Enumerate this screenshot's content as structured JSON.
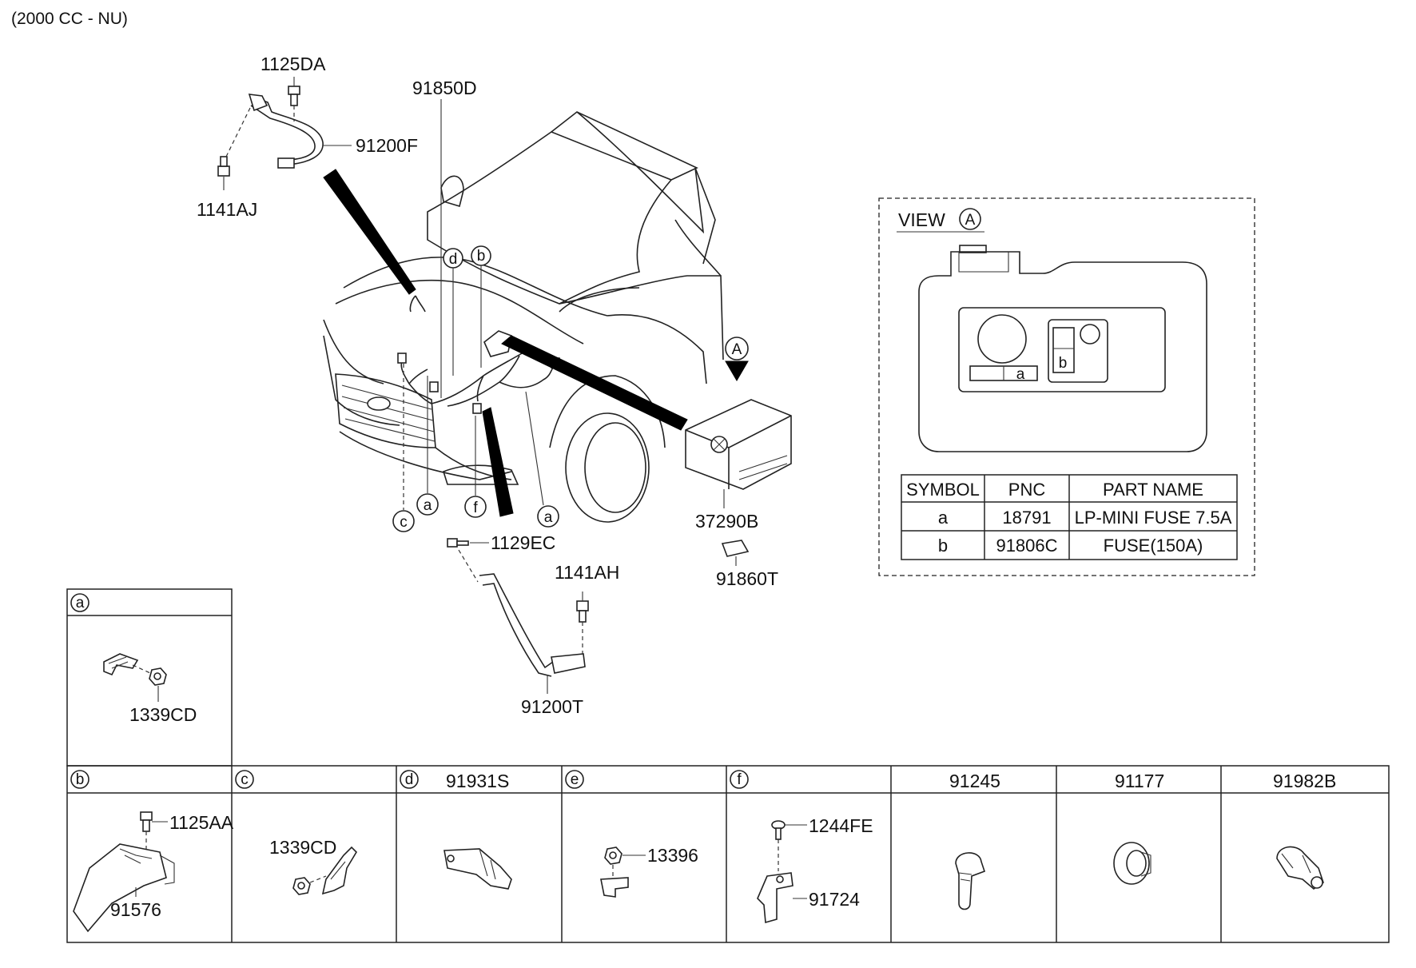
{
  "header": {
    "engine_note": "(2000 CC - NU)"
  },
  "callouts": {
    "c1125DA": "1125DA",
    "c91850D": "91850D",
    "c91200F": "91200F",
    "c1141AJ": "1141AJ",
    "c37290B": "37290B",
    "c91860T": "91860T",
    "c1129EC": "1129EC",
    "c1141AH": "1141AH",
    "c91200T": "91200T"
  },
  "circle_refs": {
    "a": "a",
    "b": "b",
    "c": "c",
    "d": "d",
    "e": "e",
    "f": "f",
    "A": "A"
  },
  "view": {
    "label": "VIEW",
    "ref": "A",
    "fuse_tags": {
      "a": "a",
      "b": "b"
    },
    "table": {
      "headers": [
        "SYMBOL",
        "PNC",
        "PART NAME"
      ],
      "rows": [
        [
          "a",
          "18791",
          "LP-MINI FUSE 7.5A"
        ],
        [
          "b",
          "91806C",
          "FUSE(150A)"
        ]
      ]
    }
  },
  "detail_a": {
    "ref": "a",
    "part": "1339CD"
  },
  "detail_cells": [
    {
      "ref": "b",
      "title": "",
      "parts": [
        "1125AA",
        "91576"
      ]
    },
    {
      "ref": "c",
      "title": "",
      "parts": [
        "1339CD"
      ]
    },
    {
      "ref": "d",
      "title": "91931S",
      "parts": []
    },
    {
      "ref": "e",
      "title": "",
      "parts": [
        "13396"
      ]
    },
    {
      "ref": "f",
      "title": "",
      "parts": [
        "1244FE",
        "91724"
      ]
    },
    {
      "ref": "",
      "title": "91245",
      "parts": []
    },
    {
      "ref": "",
      "title": "91177",
      "parts": []
    },
    {
      "ref": "",
      "title": "91982B",
      "parts": []
    }
  ]
}
